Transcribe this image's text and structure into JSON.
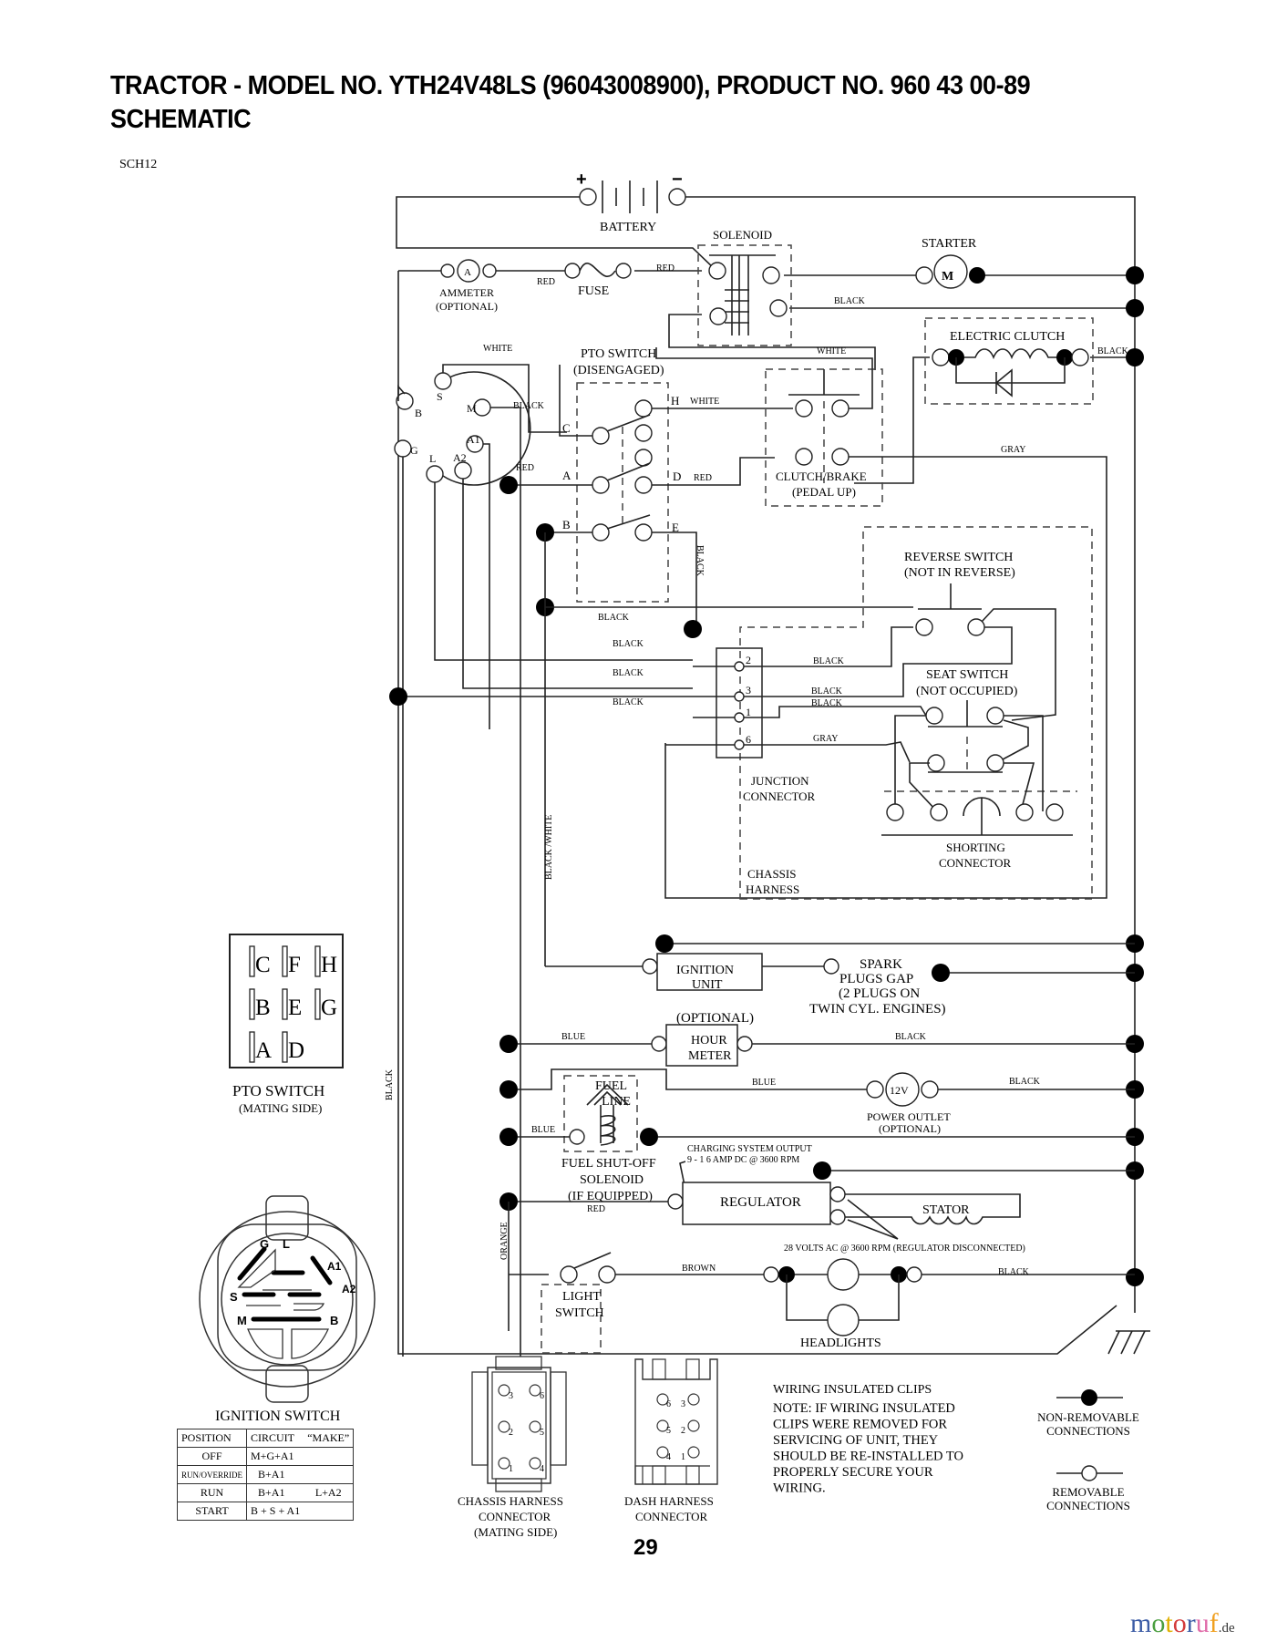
{
  "header": {
    "title_line1": "TRACTOR - MODEL NO. YTH24V48LS (96043008900), PRODUCT NO. 960 43 00-89",
    "title_line2": "SCHEMATIC",
    "schematic_code": "SCH12"
  },
  "components": {
    "battery": {
      "label": "BATTERY",
      "plus": "+",
      "minus": "−"
    },
    "solenoid": "SOLENOID",
    "starter": {
      "label": "STARTER",
      "symbol": "M"
    },
    "ammeter": {
      "label1": "AMMETER",
      "label2": "(OPTIONAL)",
      "symbol": "A"
    },
    "fuse": "FUSE",
    "electric_clutch": "ELECTRIC CLUTCH",
    "pto_switch": {
      "label1": "PTO SWITCH",
      "label2": "(DISENGAGED)",
      "terminals": [
        "C",
        "A",
        "B",
        "H",
        "D",
        "E"
      ]
    },
    "clutch_brake": {
      "label1": "CLUTCH/BRAKE",
      "label2": "(PEDAL UP)"
    },
    "ignition_terminals": [
      "S",
      "B",
      "M",
      "A1",
      "G",
      "L",
      "A2"
    ],
    "reverse_switch": {
      "label1": "REVERSE SWITCH",
      "label2": "(NOT IN REVERSE)"
    },
    "seat_switch": {
      "label1": "SEAT SWITCH",
      "label2": "(NOT OCCUPIED)"
    },
    "junction_connector": {
      "label1": "JUNCTION",
      "label2": "CONNECTOR",
      "pins": [
        "2",
        "3",
        "1",
        "6"
      ]
    },
    "shorting_connector": {
      "label1": "SHORTING",
      "label2": "CONNECTOR"
    },
    "chassis_harness": {
      "label1": "CHASSIS",
      "label2": "HARNESS"
    },
    "ignition_unit": {
      "label1": "IGNITION",
      "label2": "UNIT"
    },
    "spark_plugs": {
      "line1": "SPARK",
      "line2": "PLUGS GAP",
      "line3": "(2 PLUGS ON",
      "line4": "TWIN CYL. ENGINES)"
    },
    "hour_meter": {
      "optional": "(OPTIONAL)",
      "label1": "HOUR",
      "label2": "METER"
    },
    "fuel_line": {
      "label1": "FUEL",
      "label2": "LINE"
    },
    "power_outlet": {
      "symbol": "12V",
      "label1": "POWER OUTLET",
      "label2": "(OPTIONAL)"
    },
    "fuel_shutoff": {
      "label1": "FUEL SHUT-OFF",
      "label2": "SOLENOID",
      "label3": "(IF EQUIPPED)"
    },
    "charging_output": {
      "line1": "CHARGING SYSTEM OUTPUT",
      "line2": "9 - 1 6 AMP DC @ 3600 RPM"
    },
    "regulator": "REGULATOR",
    "stator": "STATOR",
    "stator_note": "28 VOLTS AC @ 3600 RPM (REGULATOR DISCONNECTED)",
    "light_switch": {
      "label1": "LIGHT",
      "label2": "SWITCH"
    },
    "headlights": "HEADLIGHTS"
  },
  "wire_colors": {
    "red": "RED",
    "black": "BLACK",
    "white": "WHITE",
    "gray": "GRAY",
    "blue": "BLUE",
    "brown": "BROWN",
    "orange": "ORANGE",
    "black_white": "BLACK /WHITE"
  },
  "pto_mating": {
    "rows": [
      [
        "C",
        "F",
        "H"
      ],
      [
        "B",
        "E",
        "G"
      ],
      [
        "A",
        "D"
      ]
    ],
    "label1": "PTO SWITCH",
    "label2": "(MATING SIDE)"
  },
  "ignition_switch": {
    "label": "IGNITION SWITCH",
    "pins": [
      "G",
      "L",
      "A1",
      "A2",
      "S",
      "M",
      "B"
    ],
    "table": {
      "headers": [
        "POSITION",
        "CIRCUIT",
        "“MAKE”"
      ],
      "rows": [
        [
          "OFF",
          "M+G+A1",
          ""
        ],
        [
          "RUN/OVERRIDE",
          "B+A1",
          ""
        ],
        [
          "RUN",
          "B+A1",
          "L+A2"
        ],
        [
          "START",
          "B + S + A1",
          ""
        ]
      ]
    }
  },
  "chassis_connector": {
    "pins": [
      "3",
      "6",
      "2",
      "5",
      "1",
      "4"
    ],
    "label1": "CHASSIS HARNESS",
    "label2": "CONNECTOR",
    "label3": "(MATING SIDE)"
  },
  "dash_connector": {
    "pins": [
      "6",
      "3",
      "5",
      "2",
      "4",
      "1"
    ],
    "label1": "DASH HARNESS",
    "label2": "CONNECTOR"
  },
  "notes": {
    "clips_title": "WIRING INSULATED CLIPS",
    "clips_note": [
      "NOTE:  IF WIRING INSULATED",
      "CLIPS WERE REMOVED FOR",
      "SERVICING OF UNIT, THEY",
      "SHOULD BE RE-INSTALLED TO",
      "PROPERLY SECURE YOUR",
      "WIRING."
    ]
  },
  "legend": {
    "non_removable": [
      "NON-REMOVABLE",
      "CONNECTIONS"
    ],
    "removable": [
      "REMOVABLE",
      "CONNECTIONS"
    ]
  },
  "page_number": "29",
  "watermark": {
    "letters": [
      "m",
      "o",
      "t",
      "o",
      "r",
      "u",
      "f"
    ],
    "colors": [
      "#3b5ba5",
      "#4a9e3f",
      "#e0b000",
      "#d33b3b",
      "#3b5ba5",
      "#e06aa8",
      "#f0a020"
    ],
    "suffix": ".de"
  }
}
